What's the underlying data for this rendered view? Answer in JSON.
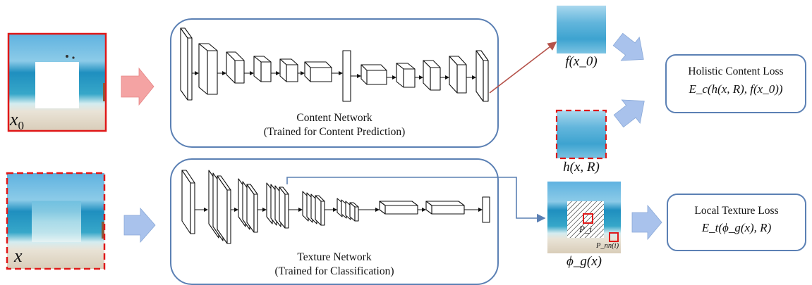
{
  "top_input": {
    "label": "x_0",
    "var": "x",
    "sub": "0"
  },
  "bottom_input": {
    "label": "x"
  },
  "content_network": {
    "title": "Content Network",
    "subtitle": "(Trained for Content Prediction)"
  },
  "texture_network": {
    "title": "Texture Network",
    "subtitle": "(Trained for Classification)"
  },
  "outputs": {
    "f_x0": "f(x_0)",
    "h_xR": "h(x, R)",
    "phi_g": "ϕ_g(x)",
    "patch_i": "P_i",
    "patch_nn": "P_nn(i)"
  },
  "losses": {
    "holistic": {
      "title": "Holistic Content Loss",
      "formula": "E_c(h(x, R), f(x_0))"
    },
    "texture": {
      "title": "Local Texture Loss",
      "formula": "E_t(ϕ_g(x), R)"
    }
  },
  "colors": {
    "frame_blue": "#5b80b4",
    "red": "#e01818",
    "pink_arrow": "#f4a3a3",
    "blue_arrow": "#a9c2ec",
    "dark_red_arrow": "#b5524a",
    "sea": "#3aa0c8",
    "sand": "#e4dccb"
  }
}
